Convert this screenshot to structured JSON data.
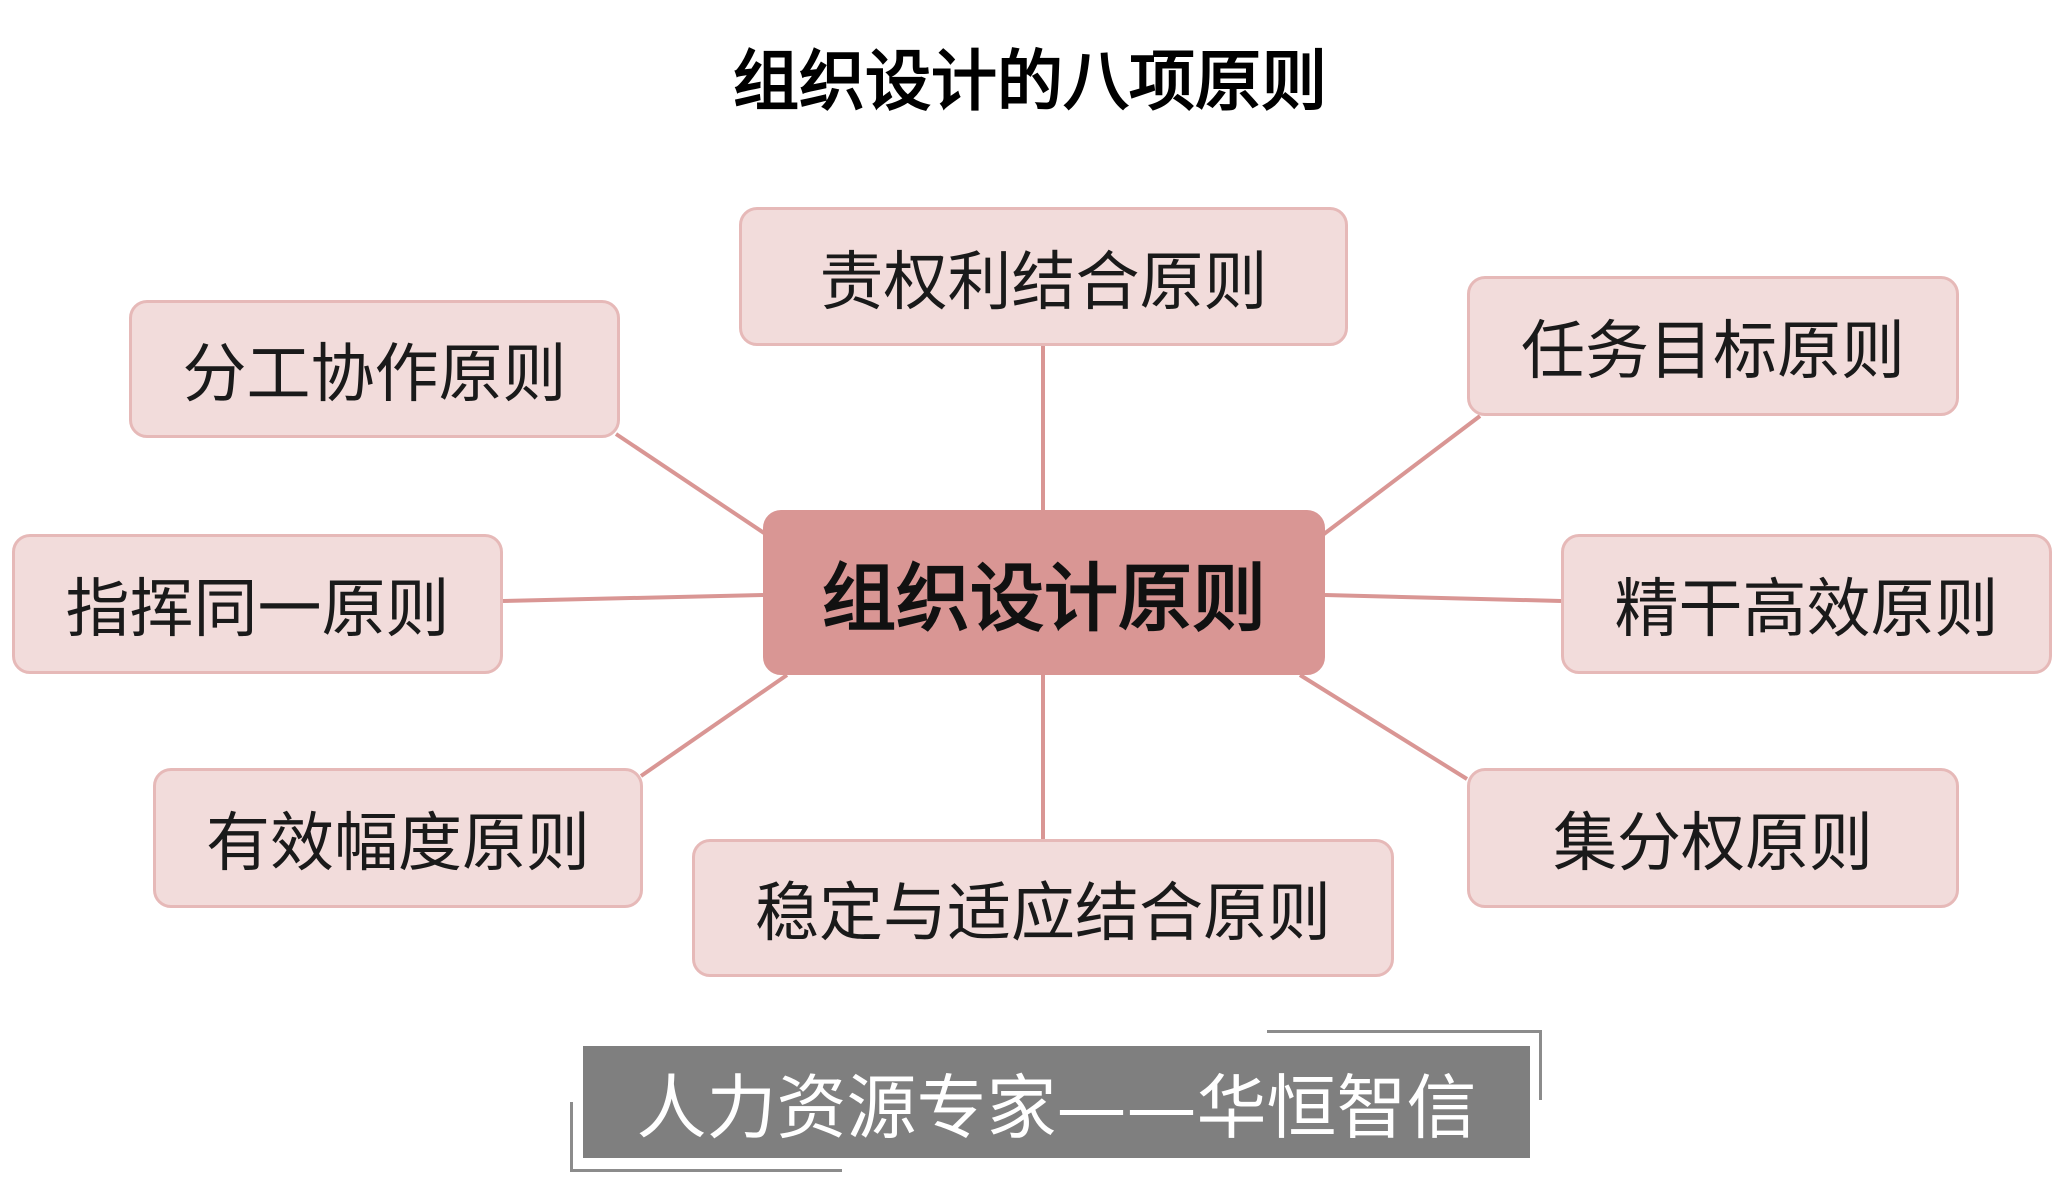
{
  "title": "组织设计的八项原则",
  "center": "组织设计原则",
  "principles": {
    "top": "责权利结合原则",
    "upper_left": "分工协作原则",
    "upper_right": "任务目标原则",
    "left": "指挥同一原则",
    "right": "精干高效原则",
    "lower_left": "有效幅度原则",
    "bottom": "稳定与适应结合原则",
    "lower_right": "集分权原则"
  },
  "banner": "人力资源专家——华恒智信",
  "colors": {
    "node_fill": "#f2dcdb",
    "node_border": "#e6b9b8",
    "center_fill": "#d99694",
    "connector": "#d99694",
    "banner": "#7f7f7f"
  }
}
